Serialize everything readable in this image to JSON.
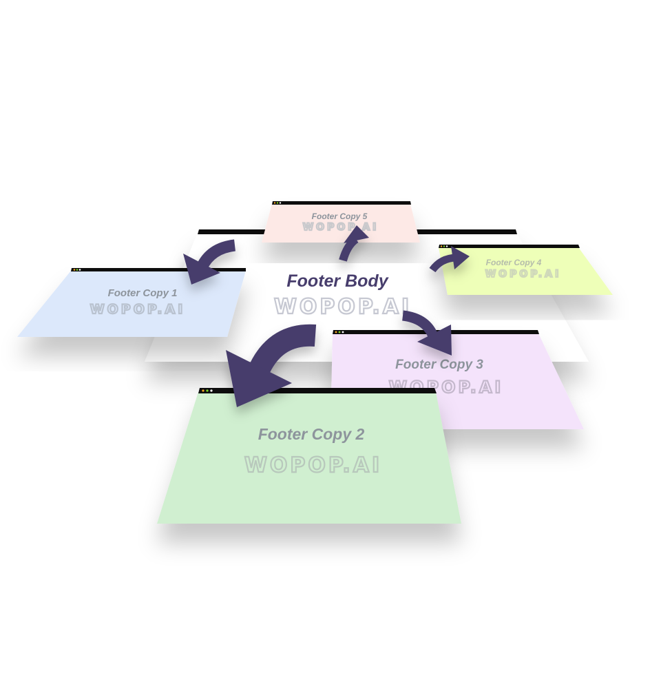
{
  "colors": {
    "arrow": "#463e6c",
    "title": "#8d949c",
    "body_title": "#463e6c",
    "logo": "#b8c2bc"
  },
  "windows": [
    {
      "id": "body",
      "title": "Footer Body",
      "logo": "WOPOP.AI",
      "fill": "#ffffff"
    },
    {
      "id": "copy5",
      "title": "Footer Copy 5",
      "logo": "WOPOP.AI",
      "fill": "#fde9e6"
    },
    {
      "id": "copy4",
      "title": "Footer Copy 4",
      "logo": "WOPOP.AI",
      "fill": "#eeffb8"
    },
    {
      "id": "copy1",
      "title": "Footer Copy 1",
      "logo": "WOPOP.AI",
      "fill": "#dce8fb"
    },
    {
      "id": "copy3",
      "title": "Footer Copy 3",
      "logo": "WOPOP.AI",
      "fill": "#f4e3fb"
    },
    {
      "id": "copy2",
      "title": "Footer Copy 2",
      "logo": "WOPOP.AI",
      "fill": "#d0efd0"
    }
  ]
}
